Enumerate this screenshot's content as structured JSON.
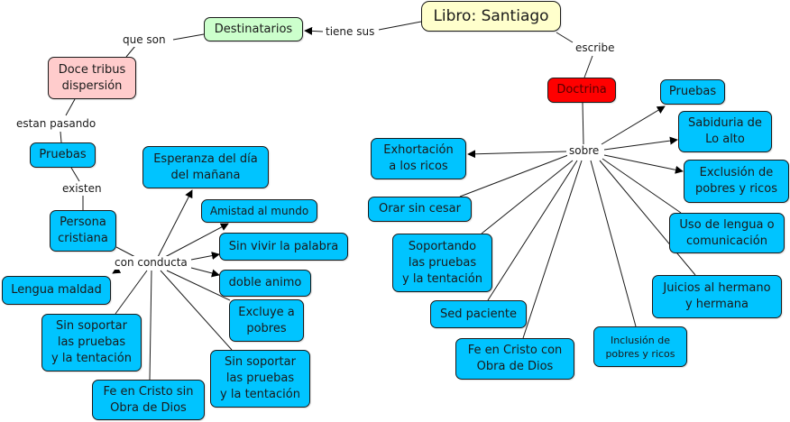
{
  "colors": {
    "concept_fill": "#00c4ff",
    "root_fill": "#ffffcc",
    "audience_fill": "#ccffcc",
    "tribes_fill": "#ffcccc",
    "doctrine_fill": "#ff0000",
    "line": "#1a1a1a"
  },
  "nodes": {
    "root": "Libro: Santiago",
    "destinatarios": "Destinatarios",
    "doce_tribus": "Doce tribus\ndispersión",
    "pruebas_left": "Pruebas",
    "persona": "Persona\ncristiana",
    "esperanza": "Esperanza del día\ndel mañana",
    "amistad": "Amistad al mundo",
    "sin_vivir": "Sin vivir la palabra",
    "doble": "doble animo",
    "excluye": "Excluye a\npobres",
    "sin_soportar_right": "Sin soportar\nlas pruebas\ny la tentación",
    "fe_sin": "Fe en Cristo sin\nObra de Dios",
    "sin_soportar_left": "Sin soportar\nlas pruebas\ny la tentación",
    "lengua": "Lengua maldad",
    "doctrina": "Doctrina",
    "pruebas_right": "Pruebas",
    "sabiduria": "Sabiduria de\nLo alto",
    "exclusion": "Exclusión de\npobres y ricos",
    "uso_lengua": "Uso de lengua o\ncomunicación",
    "juicios": "Juicios al hermano\ny hermana",
    "inclusion": "Inclusión de\npobres y ricos",
    "fe_con": "Fe en Cristo con\nObra de Dios",
    "sed": "Sed paciente",
    "soportando": "Soportando\nlas pruebas\ny la tentación",
    "orar": "Orar sin cesar",
    "exhortacion": "Exhortación\na los ricos"
  },
  "linking_phrases": {
    "tiene_sus": "tiene sus",
    "que_son": "que son",
    "estan_pasando": "estan pasando",
    "existen": "existen",
    "con_conducta": "con conducta",
    "escribe": "escribe",
    "sobre": "sobre"
  }
}
